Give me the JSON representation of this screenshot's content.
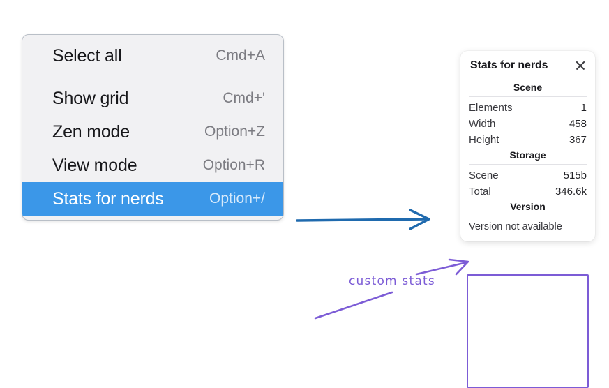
{
  "context_menu": {
    "groups": [
      {
        "items": [
          {
            "label": "Select all",
            "shortcut": "Cmd+A",
            "selected": false
          }
        ]
      },
      {
        "items": [
          {
            "label": "Show grid",
            "shortcut": "Cmd+'",
            "selected": false
          },
          {
            "label": "Zen mode",
            "shortcut": "Option+Z",
            "selected": false
          },
          {
            "label": "View mode",
            "shortcut": "Option+R",
            "selected": false
          },
          {
            "label": "Stats for nerds",
            "shortcut": "Option+/",
            "selected": true
          }
        ]
      }
    ]
  },
  "stats_panel": {
    "title": "Stats for nerds",
    "close_icon": "close-icon",
    "sections": [
      {
        "title": "Scene",
        "rows": [
          {
            "key": "Elements",
            "value": "1"
          },
          {
            "key": "Width",
            "value": "458"
          },
          {
            "key": "Height",
            "value": "367"
          }
        ]
      },
      {
        "title": "Storage",
        "rows": [
          {
            "key": "Scene",
            "value": "515b"
          },
          {
            "key": "Total",
            "value": "346.6k"
          }
        ]
      },
      {
        "title": "Version",
        "note": "Version not available"
      }
    ]
  },
  "annotations": {
    "custom_stats_label": "custom stats",
    "blue_arrow_color": "#1f6aae",
    "purple_color": "#7c5cd6",
    "highlight_color": "#3b97e8"
  }
}
